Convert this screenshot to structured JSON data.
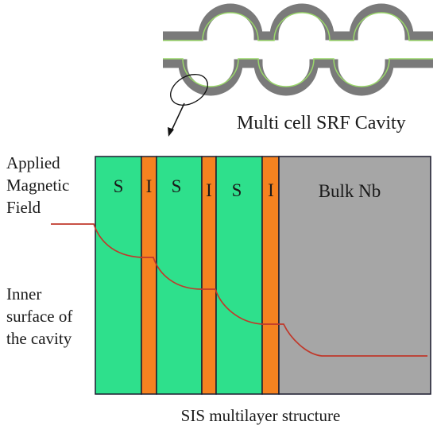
{
  "cavity_label": "Multi cell SRF Cavity",
  "left_labels": {
    "applied": [
      "Applied",
      "Magnetic",
      "Field"
    ],
    "inner": [
      "Inner",
      "surface of",
      "the cavity"
    ]
  },
  "layers": [
    {
      "label": "S",
      "type": "superconductor"
    },
    {
      "label": "I",
      "type": "insulator"
    },
    {
      "label": "S",
      "type": "superconductor"
    },
    {
      "label": "I",
      "type": "insulator"
    },
    {
      "label": "S",
      "type": "superconductor"
    },
    {
      "label": "I",
      "type": "insulator"
    },
    {
      "label": "Bulk Nb",
      "type": "bulk"
    }
  ],
  "caption": "SIS multilayer structure",
  "colors": {
    "superconductor": "#2ee08c",
    "insulator": "#f58220",
    "bulk": "#a6a6a6",
    "border": "#1c1c2e",
    "field_line": "#c0392b",
    "cavity_wall": "#7a7a7a",
    "cavity_coating": "#9ad86a"
  }
}
